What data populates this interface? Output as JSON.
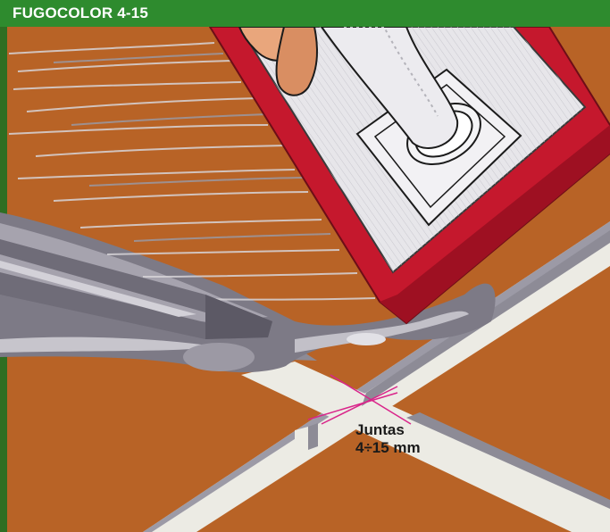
{
  "header": {
    "title": "FUGOCOLOR 4-15"
  },
  "annotation": {
    "line1": "Juntas",
    "line2": "4÷15 mm"
  },
  "colors": {
    "frame_green": "#2e6e22",
    "title_bar": "#2e8b2e",
    "tile_orange": "#b86326",
    "grout_white": "#ecebe4",
    "joint_grey": "#9c9aa6",
    "float_red": "#c5182d",
    "float_pad": "#e7e6ea",
    "hand_skin": "#e9a67c",
    "measure_magenta": "#d9258a"
  },
  "icons": [
    "grout-float-icon",
    "hand-icon",
    "spatula-icon"
  ]
}
